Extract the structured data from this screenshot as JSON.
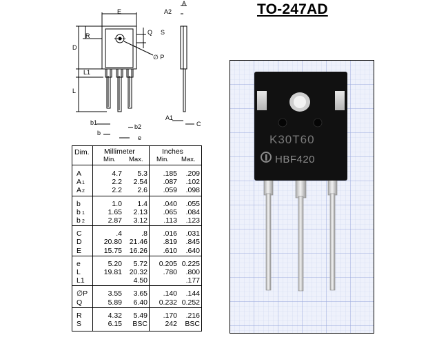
{
  "title": "TO-247AD",
  "drawing_labels": {
    "E": "E",
    "A2": "A2",
    "A": "A",
    "R": "R",
    "Q": "Q",
    "S": "S",
    "D": "D",
    "P": "∅ P",
    "L1": "L1",
    "L": "L",
    "b1": "b1",
    "b": "b",
    "b2": "b2",
    "e": "e",
    "A1": "A1",
    "C": "C"
  },
  "photo": {
    "marking_line1": "K30T60",
    "marking_line2": "HBF420"
  },
  "table": {
    "header_dim": "Dim.",
    "header_mm": "Millimeter",
    "header_in": "Inches",
    "sub_min_mm": "Min.",
    "sub_max_mm": "Max.",
    "sub_min_in": "Min.",
    "sub_max_in": "Max.",
    "groups": [
      [
        {
          "dim": "A",
          "mmin": "4.7",
          "mmax": "5.3",
          "imin": ".185",
          "imax": ".209"
        },
        {
          "dim": "A",
          "sub": "1",
          "mmin": "2.2",
          "mmax": "2.54",
          "imin": ".087",
          "imax": ".102"
        },
        {
          "dim": "A",
          "sub": "2",
          "mmin": "2.2",
          "mmax": "2.6",
          "imin": ".059",
          "imax": ".098"
        }
      ],
      [
        {
          "dim": "b",
          "mmin": "1.0",
          "mmax": "1.4",
          "imin": ".040",
          "imax": ".055"
        },
        {
          "dim": "b",
          "sub": "1",
          "mmin": "1.65",
          "mmax": "2.13",
          "imin": ".065",
          "imax": ".084"
        },
        {
          "dim": "b",
          "sub": "2",
          "mmin": "2.87",
          "mmax": "3.12",
          "imin": ".113",
          "imax": ".123"
        }
      ],
      [
        {
          "dim": "C",
          "mmin": ".4",
          "mmax": ".8",
          "imin": ".016",
          "imax": ".031"
        },
        {
          "dim": "D",
          "mmin": "20.80",
          "mmax": "21.46",
          "imin": ".819",
          "imax": ".845"
        },
        {
          "dim": "E",
          "mmin": "15.75",
          "mmax": "16.26",
          "imin": ".610",
          "imax": ".640"
        }
      ],
      [
        {
          "dim": "e",
          "mmin": "5.20",
          "mmax": "5.72",
          "imin": "0.205",
          "imax": "0.225"
        },
        {
          "dim": "L",
          "mmin": "19.81",
          "mmax": "20.32",
          "imin": ".780",
          "imax": ".800"
        },
        {
          "dim": "L1",
          "mmin": "",
          "mmax": "4.50",
          "imin": "",
          "imax": ".177"
        }
      ],
      [
        {
          "dim": "∅P",
          "mmin": "3.55",
          "mmax": "3.65",
          "imin": ".140",
          "imax": ".144"
        },
        {
          "dim": "Q",
          "mmin": "5.89",
          "mmax": "6.40",
          "imin": "0.232",
          "imax": "0.252"
        }
      ],
      [
        {
          "dim": "R",
          "mmin": "4.32",
          "mmax": "5.49",
          "imin": ".170",
          "imax": ".216"
        },
        {
          "dim": "S",
          "mmin": "6.15",
          "mmax": "BSC",
          "imin": "242",
          "imax": "BSC"
        }
      ]
    ]
  }
}
